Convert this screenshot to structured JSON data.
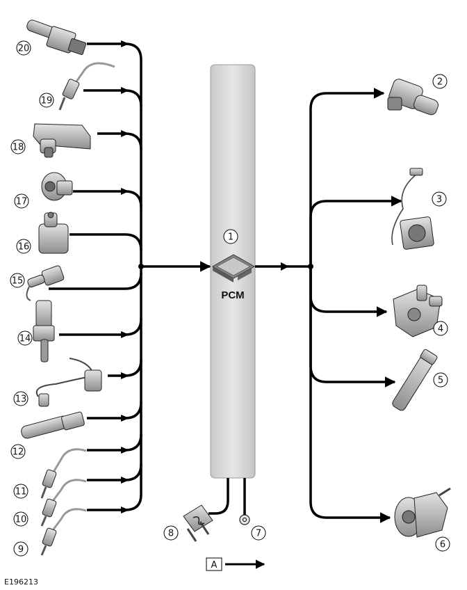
{
  "figure_id": "E196213",
  "module": {
    "number": "1",
    "label": "PCM"
  },
  "legend": {
    "key": "A"
  },
  "inputs": [
    "20",
    "19",
    "18",
    "17",
    "16",
    "15",
    "14",
    "13",
    "12",
    "11",
    "10",
    "9"
  ],
  "outputs": [
    "2",
    "3",
    "4",
    "5",
    "6"
  ],
  "supplies": [
    "8",
    "7"
  ],
  "colors": {
    "line": "#000000",
    "pcm_fill": "#d6d6d6",
    "part_fill": "#bfbfbf"
  }
}
